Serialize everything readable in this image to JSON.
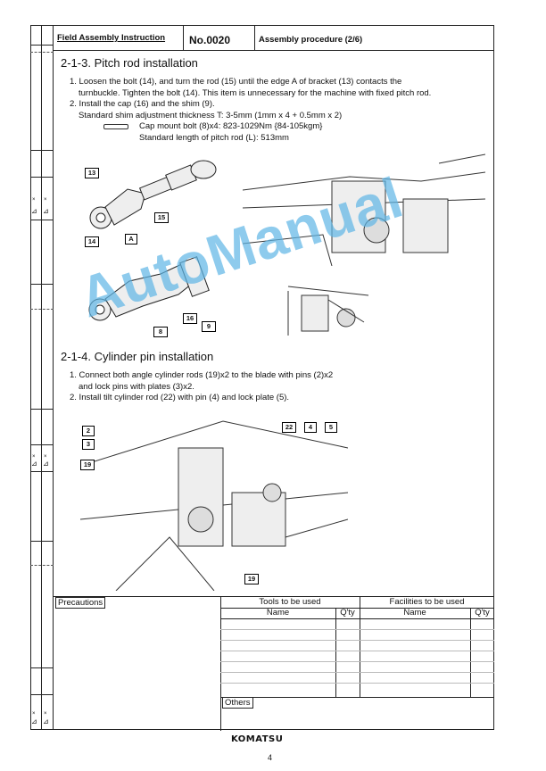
{
  "header": {
    "field_assembly": "Field Assembly Instruction",
    "number": "No.0020",
    "procedure": "Assembly procedure (2/6)"
  },
  "section1": {
    "title": "2-1-3. Pitch rod installation",
    "step1_line1": "1. Loosen the bolt (14), and turn the rod (15) until the edge A of bracket (13) contacts the",
    "step1_line2": "turnbuckle. Tighten the bolt (14). This item is unnecessary for the machine with fixed pitch rod.",
    "step2": "2. Install the cap (16) and the shim (9).",
    "shim": "Standard shim adjustment thickness T: 3-5mm (1mm x 4 + 0.5mm x 2)",
    "bolt": "Cap mount bolt (8)x4: 823-1029Nm {84-105kgm}",
    "length": "Standard length of pitch rod (L): 513mm",
    "callouts": [
      "13",
      "14",
      "A",
      "15",
      "16",
      "9",
      "8"
    ]
  },
  "section2": {
    "title": "2-1-4. Cylinder pin installation",
    "step1_line1": "1. Connect both angle cylinder rods (19)x2 to the blade with pins (2)x2",
    "step1_line2": "and lock pins with plates (3)x2.",
    "step2": "2. Install tilt cylinder rod (22) with pin (4) and lock plate (5).",
    "callouts": [
      "2",
      "3",
      "19",
      "22",
      "4",
      "5",
      "19"
    ]
  },
  "table": {
    "precautions": "Precautions",
    "tools": "Tools to be used",
    "facilities": "Facilities to be used",
    "name": "Name",
    "qty": "Q'ty",
    "others": "Others"
  },
  "watermark": "AutoManual",
  "logo": "KOMATSU",
  "page_number": "4",
  "strip_marks": [
    "×",
    "×"
  ]
}
